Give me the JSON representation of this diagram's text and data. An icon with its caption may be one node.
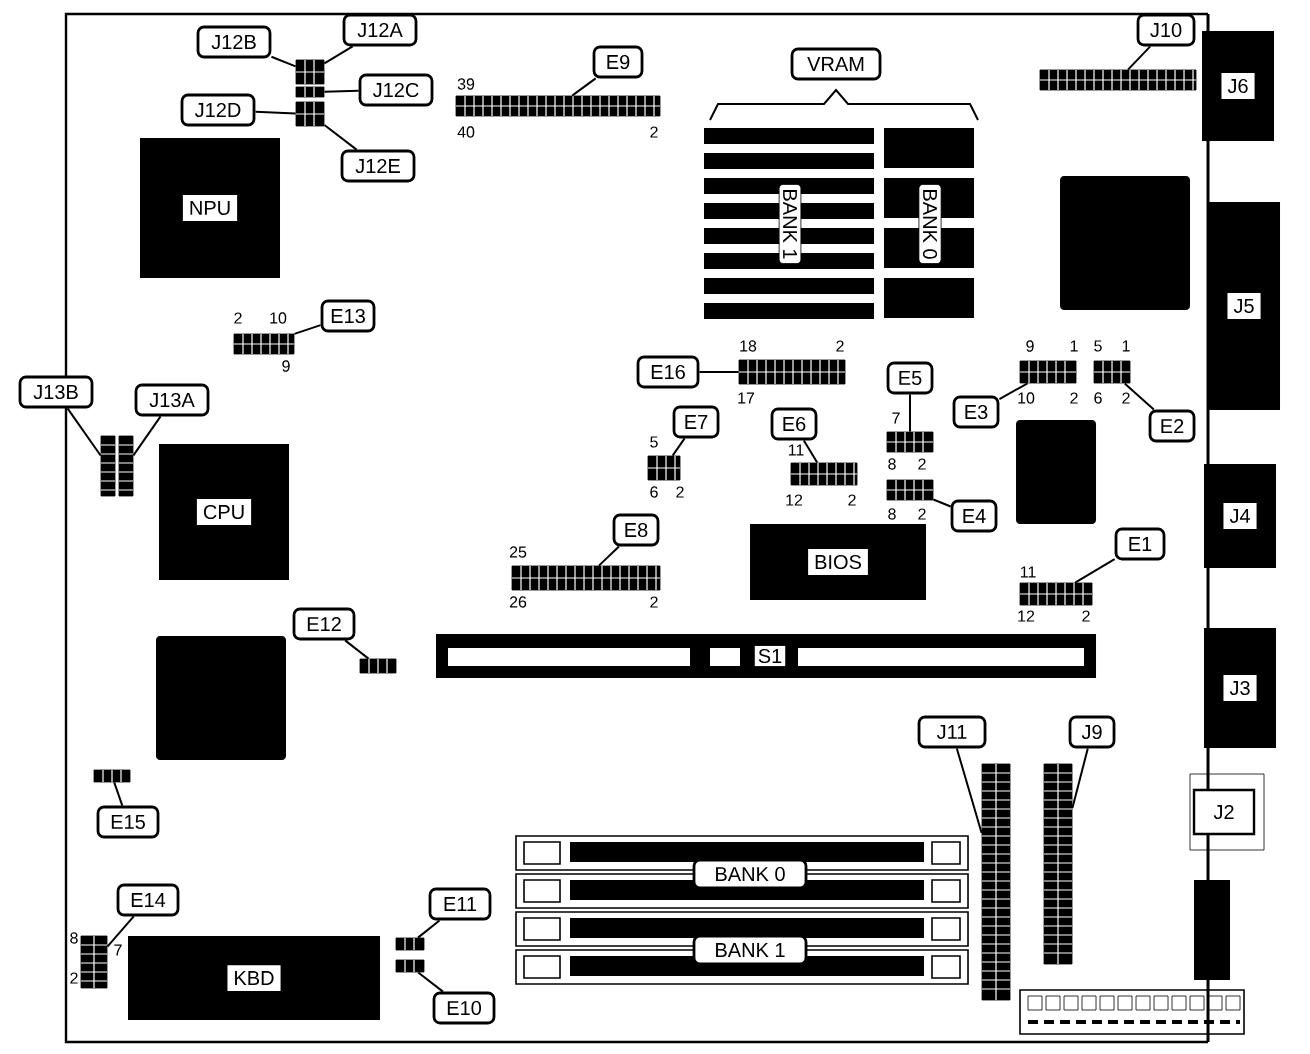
{
  "diagram": {
    "nodes": [
      {
        "text": [
          "J12B"
        ]
      },
      {
        "text": [
          "J12A"
        ]
      },
      {
        "text": [
          "J12C"
        ]
      },
      {
        "text": [
          "J12D"
        ]
      },
      {
        "text": [
          "J12E"
        ]
      },
      {
        "text": [],
        "shape": "box"
      },
      {
        "text": [],
        "shape": "box"
      },
      {
        "text": [],
        "shape": "box"
      },
      {
        "text": [
          "E9"
        ]
      },
      {
        "text": [],
        "shape": "box",
        "beside": [
          "39",
          "40",
          "2"
        ]
      },
      {
        "text": [
          "VRAM"
        ]
      },
      {
        "text": [
          "BANK 1"
        ]
      },
      {
        "text": [
          "BANK 0"
        ]
      },
      {
        "text": [
          "J10"
        ]
      },
      {
        "text": [],
        "shape": "box"
      },
      {
        "text": [
          "J6"
        ]
      },
      {
        "text": [
          "NPU"
        ]
      },
      {
        "text": [
          "E13"
        ]
      },
      {
        "text": [],
        "shape": "box",
        "beside": [
          "2",
          "10",
          "9"
        ]
      },
      {
        "text": [
          "J5"
        ]
      },
      {
        "text": [
          "E16"
        ]
      },
      {
        "text": [],
        "shape": "box",
        "beside": [
          "18",
          "2",
          "17"
        ]
      },
      {
        "text": [
          "E5"
        ]
      },
      {
        "text": [],
        "shape": "box",
        "beside": [
          "7",
          "8",
          "2"
        ]
      },
      {
        "text": [
          "E3"
        ]
      },
      {
        "text": [],
        "shape": "box",
        "beside": [
          "9",
          "1",
          "10",
          "2"
        ]
      },
      {
        "text": [
          "E2"
        ]
      },
      {
        "text": [],
        "shape": "box",
        "beside": [
          "5",
          "1",
          "6",
          "2"
        ]
      },
      {
        "text": [
          "J13B"
        ]
      },
      {
        "text": [
          "J13A"
        ]
      },
      {
        "text": [],
        "shape": "box"
      },
      {
        "text": [],
        "shape": "box"
      },
      {
        "text": [
          "E7"
        ]
      },
      {
        "text": [],
        "shape": "box",
        "beside": [
          "5",
          "6",
          "2"
        ]
      },
      {
        "text": [
          "E6"
        ]
      },
      {
        "text": [],
        "shape": "box",
        "beside": [
          "11",
          "12",
          "2"
        ]
      },
      {
        "text": [
          "E4"
        ]
      },
      {
        "text": [],
        "shape": "box",
        "beside": [
          "8",
          "2"
        ]
      },
      {
        "text": [
          "CPU"
        ]
      },
      {
        "text": [
          "J4"
        ]
      },
      {
        "text": [
          "E8"
        ]
      },
      {
        "text": [],
        "shape": "box",
        "beside": [
          "25",
          "26",
          "2"
        ]
      },
      {
        "text": [
          "BIOS"
        ]
      },
      {
        "text": [
          "E1"
        ]
      },
      {
        "text": [],
        "shape": "box",
        "beside": [
          "11",
          "12",
          "2"
        ]
      },
      {
        "text": [
          "E12"
        ]
      },
      {
        "text": [],
        "shape": "box"
      },
      {
        "text": [
          "S1"
        ]
      },
      {
        "text": [
          "J3"
        ]
      },
      {
        "text": [
          "J11"
        ]
      },
      {
        "text": [],
        "shape": "box"
      },
      {
        "text": [
          "J9"
        ]
      },
      {
        "text": [],
        "shape": "box"
      },
      {
        "text": [
          "J2"
        ]
      },
      {
        "text": [],
        "shape": "box"
      },
      {
        "text": [
          "E15"
        ]
      },
      {
        "text": [
          "BANK 0"
        ]
      },
      {
        "text": [
          "BANK 1"
        ]
      },
      {
        "text": [
          "E14"
        ]
      },
      {
        "text": [],
        "shape": "box",
        "beside": [
          "8",
          "7",
          "2"
        ]
      },
      {
        "text": [
          "E11"
        ]
      },
      {
        "text": [],
        "shape": "box"
      },
      {
        "text": [
          "KBD"
        ]
      },
      {
        "text": [],
        "shape": "box"
      },
      {
        "text": [
          "E10"
        ]
      }
    ],
    "edges": [
      {
        "from": 0,
        "to": 5,
        "arrow": "none"
      },
      {
        "from": 1,
        "to": 5,
        "arrow": "none"
      },
      {
        "from": 2,
        "to": 6,
        "arrow": "none"
      },
      {
        "from": 3,
        "to": 7,
        "arrow": "none"
      },
      {
        "from": 4,
        "to": 7,
        "arrow": "none"
      },
      {
        "from": 8,
        "to": 9,
        "arrow": "none"
      },
      {
        "from": 13,
        "to": 14,
        "arrow": "none"
      },
      {
        "from": 17,
        "to": 18,
        "arrow": "none"
      },
      {
        "from": 20,
        "to": 21,
        "arrow": "none"
      },
      {
        "from": 22,
        "to": 23,
        "arrow": "none"
      },
      {
        "from": 24,
        "to": 25,
        "arrow": "none"
      },
      {
        "from": 26,
        "to": 27,
        "arrow": "none"
      },
      {
        "from": 28,
        "to": 30,
        "arrow": "none"
      },
      {
        "from": 29,
        "to": 31,
        "arrow": "none"
      },
      {
        "from": 32,
        "to": 33,
        "arrow": "none"
      },
      {
        "from": 34,
        "to": 35,
        "arrow": "none"
      },
      {
        "from": 36,
        "to": 37,
        "arrow": "none"
      },
      {
        "from": 40,
        "to": 41,
        "arrow": "none"
      },
      {
        "from": 43,
        "to": 44,
        "arrow": "none"
      },
      {
        "from": 45,
        "to": 46,
        "arrow": "none"
      },
      {
        "from": 49,
        "to": 50,
        "arrow": "none"
      },
      {
        "from": 51,
        "to": 52,
        "arrow": "none"
      },
      {
        "from": 55,
        "to": 54,
        "arrow": "none"
      },
      {
        "from": 58,
        "to": 59,
        "arrow": "none"
      },
      {
        "from": 60,
        "to": 61,
        "arrow": "none"
      },
      {
        "from": 64,
        "to": 63,
        "arrow": "none"
      }
    ]
  }
}
